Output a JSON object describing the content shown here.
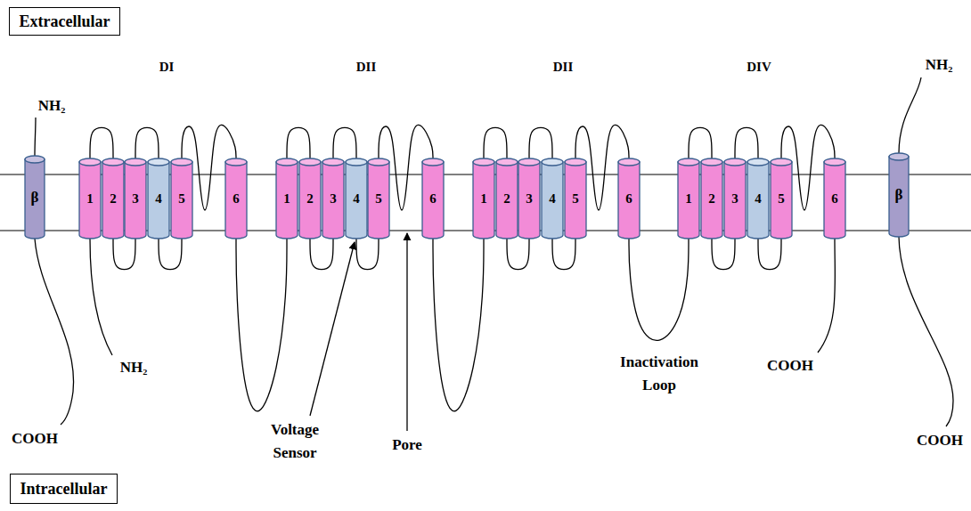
{
  "diagram": {
    "nodes": [
      {
        "text": [
          "Extracellular"
        ]
      },
      {
        "text": [
          "β"
        ]
      },
      {
        "text": [
          "1"
        ]
      },
      {
        "text": [
          "2"
        ]
      },
      {
        "text": [
          "3"
        ]
      },
      {
        "text": [
          "4"
        ]
      },
      {
        "text": [
          "5"
        ]
      },
      {
        "text": [
          "6"
        ]
      },
      {
        "text": [
          "1"
        ]
      },
      {
        "text": [
          "2"
        ]
      },
      {
        "text": [
          "3"
        ]
      },
      {
        "text": [
          "4"
        ]
      },
      {
        "text": [
          "5"
        ]
      },
      {
        "text": [
          "6"
        ]
      },
      {
        "text": [
          "1"
        ]
      },
      {
        "text": [
          "2"
        ]
      },
      {
        "text": [
          "3"
        ]
      },
      {
        "text": [
          "4"
        ]
      },
      {
        "text": [
          "5"
        ]
      },
      {
        "text": [
          "6"
        ]
      },
      {
        "text": [
          "1"
        ]
      },
      {
        "text": [
          "2"
        ]
      },
      {
        "text": [
          "3"
        ]
      },
      {
        "text": [
          "4"
        ]
      },
      {
        "text": [
          "5"
        ]
      },
      {
        "text": [
          "6"
        ]
      },
      {
        "text": [
          "β"
        ]
      },
      {
        "text": [
          "Intracellular"
        ]
      }
    ],
    "edges": [
      {
        "from": 2,
        "to": 3,
        "arrow": "none"
      },
      {
        "from": 3,
        "to": 4,
        "arrow": "none"
      },
      {
        "from": 4,
        "to": 5,
        "arrow": "none"
      },
      {
        "from": 5,
        "to": 6,
        "arrow": "none"
      },
      {
        "from": 6,
        "to": 7,
        "arrow": "none"
      },
      {
        "from": 7,
        "to": 8,
        "arrow": "none"
      },
      {
        "from": 8,
        "to": 9,
        "arrow": "none"
      },
      {
        "from": 9,
        "to": 10,
        "arrow": "none"
      },
      {
        "from": 10,
        "to": 11,
        "arrow": "none"
      },
      {
        "from": 11,
        "to": 12,
        "arrow": "none"
      },
      {
        "from": 12,
        "to": 13,
        "arrow": "none"
      },
      {
        "from": 13,
        "to": 14,
        "arrow": "none"
      },
      {
        "from": 14,
        "to": 15,
        "arrow": "none"
      },
      {
        "from": 15,
        "to": 16,
        "arrow": "none"
      },
      {
        "from": 16,
        "to": 17,
        "arrow": "none"
      },
      {
        "from": 17,
        "to": 18,
        "arrow": "none"
      },
      {
        "from": 18,
        "to": 19,
        "arrow": "none"
      },
      {
        "from": 19,
        "to": 20,
        "arrow": "none"
      },
      {
        "from": 20,
        "to": 21,
        "arrow": "none"
      },
      {
        "from": 21,
        "to": 22,
        "arrow": "none"
      },
      {
        "from": 22,
        "to": 23,
        "arrow": "none"
      },
      {
        "from": 23,
        "to": 24,
        "arrow": "none"
      },
      {
        "from": 24,
        "to": 25,
        "arrow": "none"
      }
    ],
    "labels": [
      "DI",
      "DII",
      "DII",
      "DIV",
      "NH₂",
      "NH₂",
      "NH₂",
      "COOH",
      "COOH",
      "COOH",
      "Voltage Sensor",
      "Pore",
      "Inactivation Loop"
    ]
  }
}
